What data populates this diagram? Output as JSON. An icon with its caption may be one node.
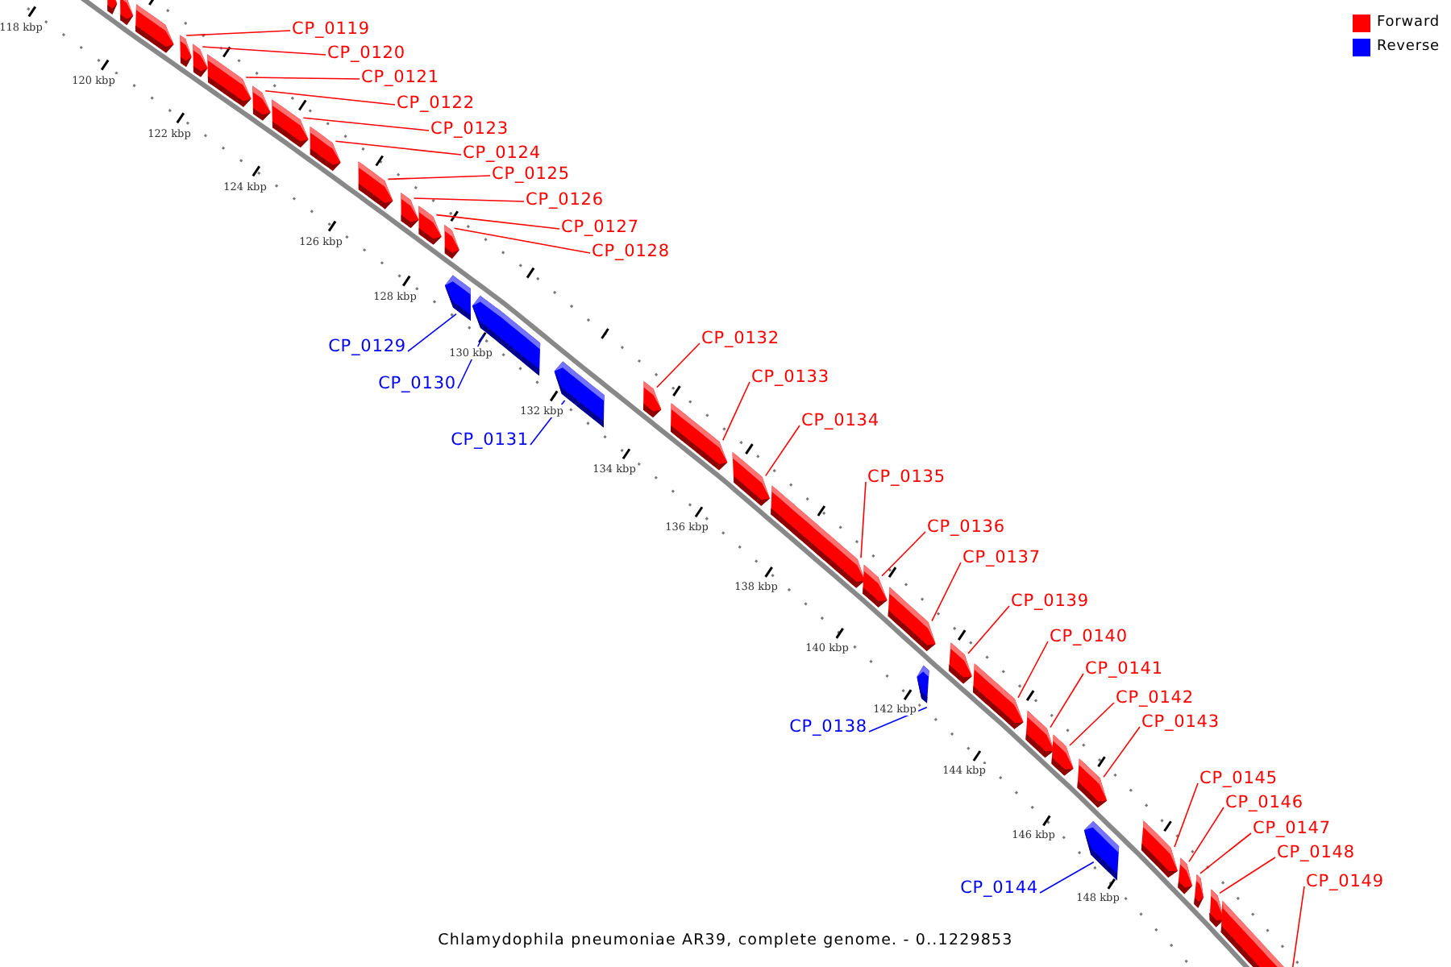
{
  "diagram": {
    "caption": "Chlamydophila pneumoniae AR39, complete genome. - 0..1229853",
    "nodes": [
      {
        "text": [
          "CP_0119"
        ]
      },
      {
        "text": [
          "CP_0120"
        ]
      },
      {
        "text": [
          "CP_0121"
        ]
      },
      {
        "text": [
          "CP_0122"
        ]
      },
      {
        "text": [
          "CP_0123"
        ]
      },
      {
        "text": [
          "CP_0124"
        ]
      },
      {
        "text": [
          "CP_0125"
        ]
      },
      {
        "text": [
          "CP_0126"
        ]
      },
      {
        "text": [
          "CP_0127"
        ]
      },
      {
        "text": [
          "CP_0128"
        ]
      },
      {
        "text": [
          "CP_0129"
        ]
      },
      {
        "text": [
          "CP_0130"
        ]
      },
      {
        "text": [
          "CP_0131"
        ]
      },
      {
        "text": [
          "CP_0132"
        ]
      },
      {
        "text": [
          "CP_0133"
        ]
      },
      {
        "text": [
          "CP_0134"
        ]
      },
      {
        "text": [
          "CP_0135"
        ]
      },
      {
        "text": [
          "CP_0136"
        ]
      },
      {
        "text": [
          "CP_0137"
        ]
      },
      {
        "text": [
          "CP_0138"
        ]
      },
      {
        "text": [
          "CP_0139"
        ]
      },
      {
        "text": [
          "CP_0140"
        ]
      },
      {
        "text": [
          "CP_0141"
        ]
      },
      {
        "text": [
          "CP_0142"
        ]
      },
      {
        "text": [
          "CP_0143"
        ]
      },
      {
        "text": [
          "CP_0144"
        ]
      },
      {
        "text": [
          "CP_0145"
        ]
      },
      {
        "text": [
          "CP_0146"
        ]
      },
      {
        "text": [
          "CP_0147"
        ]
      },
      {
        "text": [
          "CP_0148"
        ]
      },
      {
        "text": [
          "CP_0149"
        ]
      },
      {
        "text": [],
        "shape": "bar"
      },
      {
        "text": [],
        "shape": "bar"
      },
      {
        "text": [],
        "shape": "bar"
      },
      {
        "text": [],
        "shape": "bar"
      },
      {
        "text": [],
        "shape": "bar"
      },
      {
        "text": [],
        "shape": "bar"
      },
      {
        "text": [],
        "shape": "bar"
      },
      {
        "text": [],
        "shape": "bar"
      },
      {
        "text": [],
        "shape": "bar"
      },
      {
        "text": [],
        "shape": "bar"
      },
      {
        "text": [],
        "shape": "bar"
      },
      {
        "text": [],
        "shape": "bar"
      },
      {
        "text": [],
        "shape": "bar"
      },
      {
        "text": [],
        "shape": "bar"
      },
      {
        "text": [],
        "shape": "bar"
      },
      {
        "text": [],
        "shape": "bar"
      },
      {
        "text": [],
        "shape": "bar"
      },
      {
        "text": [],
        "shape": "bar"
      },
      {
        "text": [],
        "shape": "bar"
      },
      {
        "text": [],
        "shape": "bar"
      },
      {
        "text": [],
        "shape": "bar"
      },
      {
        "text": [],
        "shape": "bar"
      },
      {
        "text": [],
        "shape": "bar"
      },
      {
        "text": [],
        "shape": "bar"
      },
      {
        "text": [],
        "shape": "bar"
      },
      {
        "text": [],
        "shape": "bar"
      },
      {
        "text": [],
        "shape": "bar"
      },
      {
        "text": [],
        "shape": "bar"
      },
      {
        "text": [],
        "shape": "bar"
      },
      {
        "text": [],
        "shape": "bar"
      },
      {
        "text": [],
        "shape": "bar"
      },
      {
        "text": [],
        "shape": "bar"
      },
      {
        "text": [],
        "shape": "bar"
      },
      {
        "text": [],
        "shape": "bar"
      }
    ],
    "edges": [
      {
        "from": 0,
        "to": 34,
        "arrow": "none"
      },
      {
        "from": 1,
        "to": 35,
        "arrow": "none"
      },
      {
        "from": 2,
        "to": 36,
        "arrow": "none"
      },
      {
        "from": 3,
        "to": 37,
        "arrow": "none"
      },
      {
        "from": 4,
        "to": 38,
        "arrow": "none"
      },
      {
        "from": 5,
        "to": 39,
        "arrow": "none"
      },
      {
        "from": 6,
        "to": 40,
        "arrow": "none"
      },
      {
        "from": 7,
        "to": 41,
        "arrow": "none"
      },
      {
        "from": 8,
        "to": 42,
        "arrow": "none"
      },
      {
        "from": 9,
        "to": 43,
        "arrow": "none"
      },
      {
        "from": 10,
        "to": 44,
        "arrow": "none",
        "color": "#0000ff"
      },
      {
        "from": 11,
        "to": 45,
        "arrow": "none",
        "color": "#0000ff"
      },
      {
        "from": 12,
        "to": 46,
        "arrow": "none",
        "color": "#0000ff"
      },
      {
        "from": 13,
        "to": 47,
        "arrow": "none"
      },
      {
        "from": 14,
        "to": 48,
        "arrow": "none"
      },
      {
        "from": 15,
        "to": 49,
        "arrow": "none"
      },
      {
        "from": 16,
        "to": 50,
        "arrow": "none"
      },
      {
        "from": 17,
        "to": 51,
        "arrow": "none"
      },
      {
        "from": 18,
        "to": 52,
        "arrow": "none"
      },
      {
        "from": 19,
        "to": 53,
        "arrow": "none",
        "color": "#0000ff"
      },
      {
        "from": 20,
        "to": 54,
        "arrow": "none"
      },
      {
        "from": 21,
        "to": 55,
        "arrow": "none"
      },
      {
        "from": 22,
        "to": 56,
        "arrow": "none"
      },
      {
        "from": 23,
        "to": 57,
        "arrow": "none"
      },
      {
        "from": 24,
        "to": 58,
        "arrow": "none"
      },
      {
        "from": 25,
        "to": 59,
        "arrow": "none",
        "color": "#0000ff"
      },
      {
        "from": 26,
        "to": 60,
        "arrow": "none"
      },
      {
        "from": 27,
        "to": 61,
        "arrow": "none"
      },
      {
        "from": 28,
        "to": 62,
        "arrow": "none"
      },
      {
        "from": 29,
        "to": 63,
        "arrow": "none"
      },
      {
        "from": 30,
        "to": 64,
        "arrow": "none"
      }
    ],
    "labels": [
      "118 kbp",
      "120 kbp",
      "122 kbp",
      "124 kbp",
      "126 kbp",
      "128 kbp",
      "130 kbp",
      "132 kbp",
      "134 kbp",
      "136 kbp",
      "138 kbp",
      "140 kbp",
      "142 kbp",
      "144 kbp",
      "146 kbp",
      "148 kbp"
    ],
    "legend": [
      {
        "text": "Forward",
        "color": "#ff0000"
      },
      {
        "text": "Reverse",
        "color": "#0000ff"
      }
    ]
  }
}
